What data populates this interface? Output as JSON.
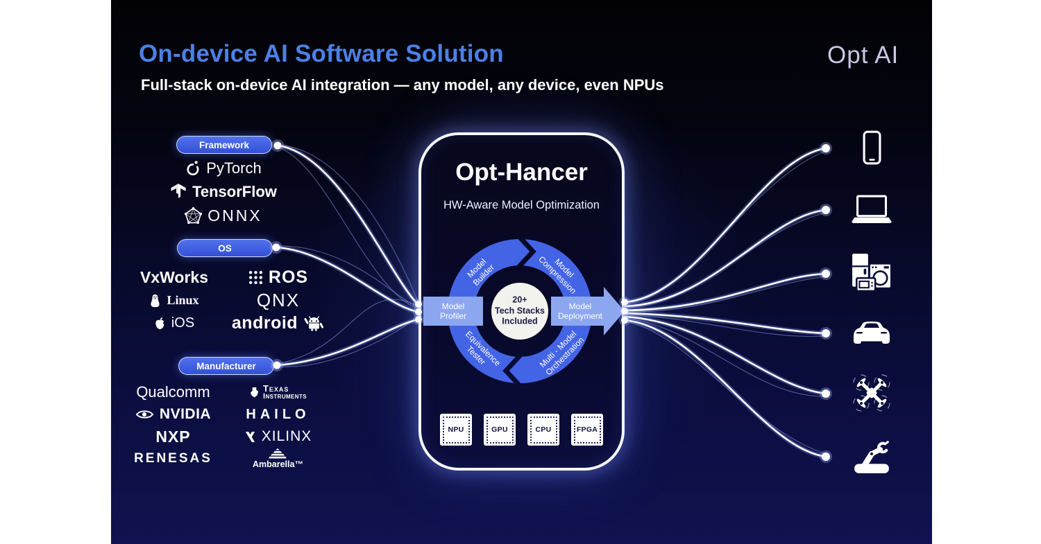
{
  "header": {
    "title": "On-device AI Software Solution",
    "subtitle": "Full-stack on-device AI integration — any model, any device, even NPUs",
    "brand": "Opt AI"
  },
  "frameworks": {
    "label": "Framework",
    "items": [
      {
        "name": "PyTorch",
        "icon": "pytorch-icon"
      },
      {
        "name": "TensorFlow",
        "icon": "tensorflow-icon"
      },
      {
        "name": "ONNX",
        "icon": "onnx-icon"
      }
    ]
  },
  "os": {
    "label": "OS",
    "items": [
      {
        "name": "VxWorks"
      },
      {
        "name": "ROS",
        "icon": "ros-dots-icon"
      },
      {
        "name": "Linux",
        "icon": "linux-penguin-icon"
      },
      {
        "name": "QNX"
      },
      {
        "name": "iOS",
        "icon": "apple-icon"
      },
      {
        "name": "android",
        "icon": "android-robot-icon"
      }
    ]
  },
  "manufacturers": {
    "label": "Manufacturer",
    "items": [
      {
        "name": "Qualcomm"
      },
      {
        "name": "TEXAS INSTRUMENTS",
        "line1": "Texas",
        "line2": "Instruments",
        "icon": "ti-icon"
      },
      {
        "name": "NVIDIA",
        "icon": "nvidia-eye-icon"
      },
      {
        "name": "HAILO"
      },
      {
        "name": "NXP"
      },
      {
        "name": "XILINX",
        "icon": "xilinx-x-icon"
      },
      {
        "name": "RENESAS"
      },
      {
        "name": "Ambarella™",
        "icon": "ambarella-pyramid-icon"
      }
    ]
  },
  "opt_hancer": {
    "title": "Opt-Hancer",
    "subtitle": "HW-Aware Model Optimization",
    "cycle": {
      "builder": {
        "line1": "Model",
        "line2": "Builder"
      },
      "compression": {
        "line1": "Model",
        "line2": "Compression"
      },
      "orchestration": {
        "line1": "Multi - Model",
        "line2": "Orchestration"
      },
      "tester": {
        "line1": "Equivalence",
        "line2": "Tester"
      },
      "profiler": {
        "line1": "Model",
        "line2": "Profiler"
      },
      "deployment": {
        "line1": "Model",
        "line2": "Deployment"
      },
      "hub": {
        "line1": "20+",
        "line2": "Tech Stacks",
        "line3": "Included"
      }
    },
    "chips": [
      "NPU",
      "GPU",
      "CPU",
      "FPGA"
    ]
  },
  "devices": [
    {
      "icon": "smartphone-icon"
    },
    {
      "icon": "laptop-icon"
    },
    {
      "icon": "home-appliances-icon"
    },
    {
      "icon": "car-icon"
    },
    {
      "icon": "drone-icon"
    },
    {
      "icon": "robot-arm-icon"
    }
  ],
  "colors": {
    "title_blue": "#4d80e6",
    "pill_blue": "#3d5de0",
    "ring_blue": "#4464e6",
    "band_blue": "#8ca7ef",
    "hub_bg": "#f2f2ef",
    "background_bottom": "#10134f"
  }
}
